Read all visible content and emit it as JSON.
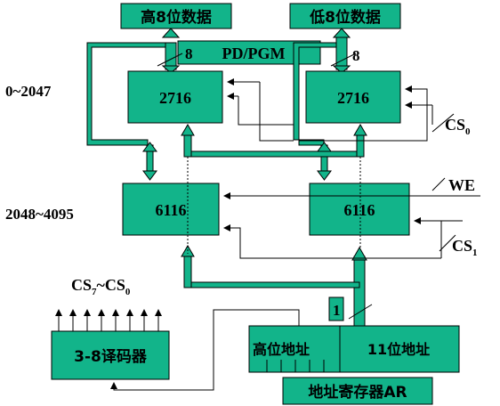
{
  "labels": {
    "high_data": "高8位数据",
    "low_data": "低8位数据",
    "pd_pgm": "PD/PGM",
    "width_8_left": "8",
    "width_8_right": "8",
    "range_top": "0~2047",
    "range_bottom": "2048~4095",
    "chip_2716_left": "2716",
    "chip_2716_right": "2716",
    "chip_6116_left": "6116",
    "chip_6116_right": "6116",
    "cs0_main": "CS",
    "cs0_sub": "0",
    "we": "WE",
    "cs1_main": "CS",
    "cs1_sub": "1",
    "cs_range_a": "CS",
    "cs_range_a_sub": "7",
    "cs_range_tilde": "~",
    "cs_range_b": "CS",
    "cs_range_b_sub": "0",
    "decoder": "3-8译码器",
    "one_bit": "1",
    "high_addr": "高位地址",
    "addr_11": "11位地址",
    "ar": "地址寄存器AR"
  },
  "colors": {
    "green": "#12b48a",
    "black": "#000000",
    "white": "#ffffff"
  }
}
